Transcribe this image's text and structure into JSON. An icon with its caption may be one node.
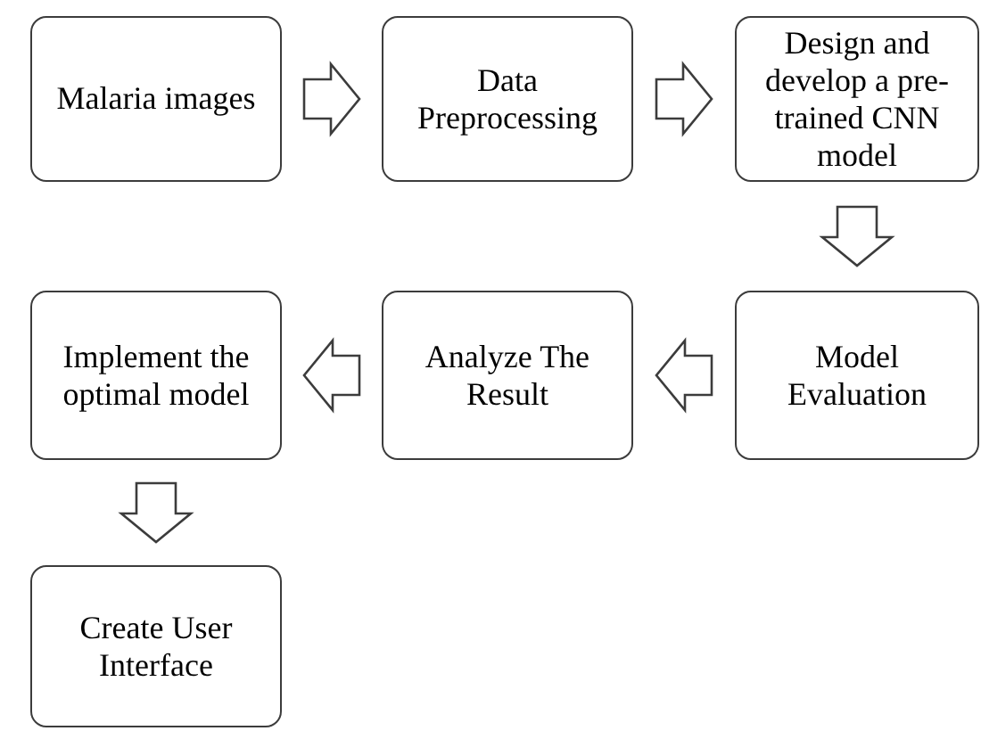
{
  "diagram": {
    "nodes": [
      {
        "text": [
          "Malaria images"
        ]
      },
      {
        "text": [
          "Data Preprocessing"
        ]
      },
      {
        "text": [
          "Design and develop a pre-trained CNN model"
        ]
      },
      {
        "text": [
          "Implement the optimal model"
        ]
      },
      {
        "text": [
          "Analyze The Result"
        ]
      },
      {
        "text": [
          "Model Evaluation"
        ]
      },
      {
        "text": [
          "Create User Interface"
        ]
      }
    ],
    "edges": [
      {
        "from": 0,
        "to": 1,
        "arrow": "to"
      },
      {
        "from": 1,
        "to": 2,
        "arrow": "to"
      },
      {
        "from": 2,
        "to": 5,
        "arrow": "to"
      },
      {
        "from": 5,
        "to": 4,
        "arrow": "to"
      },
      {
        "from": 4,
        "to": 3,
        "arrow": "to"
      },
      {
        "from": 3,
        "to": 6,
        "arrow": "to"
      }
    ]
  }
}
